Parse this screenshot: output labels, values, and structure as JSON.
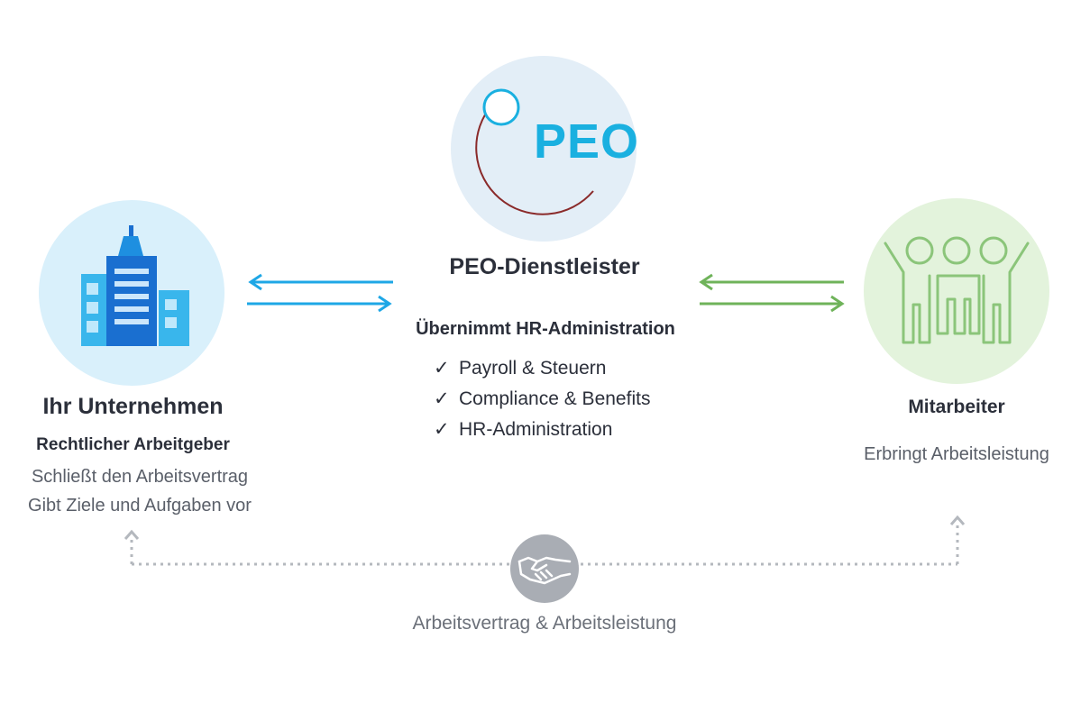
{
  "colors": {
    "company_blue": "#1ea7e6",
    "dark_blue": "#1a6fd0",
    "employee_green": "#8bc57a",
    "arrow_green": "#6fb35a",
    "peo_cyan": "#1ab0e0",
    "peo_arc": "#8a2a2a",
    "connector_gray": "#b4b8be"
  },
  "icons": {
    "company": "office-building-icon",
    "peo": "peo-logo-icon",
    "employees": "people-group-icon",
    "handshake": "handshake-icon"
  },
  "company": {
    "title": "Ihr Unternehmen",
    "subtitle": "Rechtlicher Arbeitgeber",
    "lines": [
      "Schließt den Arbeitsvertrag",
      "Gibt Ziele und Aufgaben vor"
    ]
  },
  "peo": {
    "logo_text": "PEO",
    "title": "PEO-Dienstleister",
    "subtitle": "Übernimmt HR-Administration",
    "check_mark": "✓",
    "items": [
      "Payroll & Steuern",
      "Compliance & Benefits",
      "HR-Administration"
    ]
  },
  "employees": {
    "title": "Mitarbeiter",
    "subtitle": "Erbringt Arbeitsleistung"
  },
  "bottom": {
    "label": "Arbeitsvertrag & Arbeitsleistung"
  }
}
